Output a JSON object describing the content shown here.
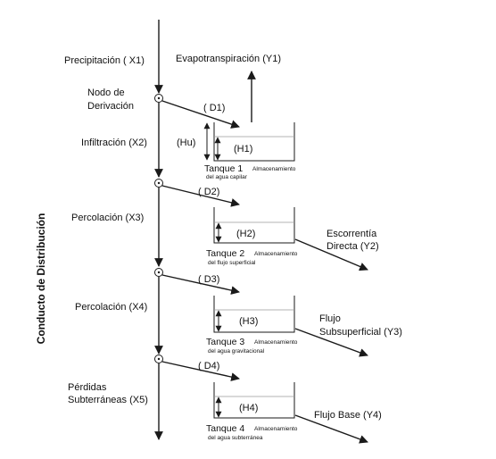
{
  "side_label": "Conducto de Distribución",
  "inputs": {
    "precipitation": "Precipitación ( X1)",
    "evapotranspiration": "Evapotranspiración (Y1)",
    "node_line1": "Nodo de",
    "node_line2": "Derivación",
    "hu": "(Hu)"
  },
  "flows": {
    "infiltration": "Infiltración (X2)",
    "percolation1": "Percolación (X3)",
    "percolation2": "Percolación (X4)",
    "losses_line1": "Pérdidas",
    "losses_line2": "Subterráneas (X5)"
  },
  "derivations": [
    "( D1)",
    "( D2)",
    "( D3)",
    "( D4)"
  ],
  "tanks": [
    {
      "h": "(H1)",
      "name": "Tanque 1",
      "desc1": "Almacenamiento",
      "desc2": "del agua capilar"
    },
    {
      "h": "(H2)",
      "name": "Tanque 2",
      "desc1": "Almacenamiento",
      "desc2": "del flujo superficial"
    },
    {
      "h": "(H3)",
      "name": "Tanque 3",
      "desc1": "Almacenamiento",
      "desc2": "del agua gravitacional"
    },
    {
      "h": "(H4)",
      "name": "Tanque 4",
      "desc1": "Almacenamiento",
      "desc2": "del agua subterránea"
    }
  ],
  "outputs": {
    "y2_line1": "Escorrentía",
    "y2_line2": "Directa (Y2)",
    "y3_line1": "Flujo",
    "y3_line2": "Subsuperficial (Y3)",
    "y4": "Flujo Base (Y4)"
  }
}
